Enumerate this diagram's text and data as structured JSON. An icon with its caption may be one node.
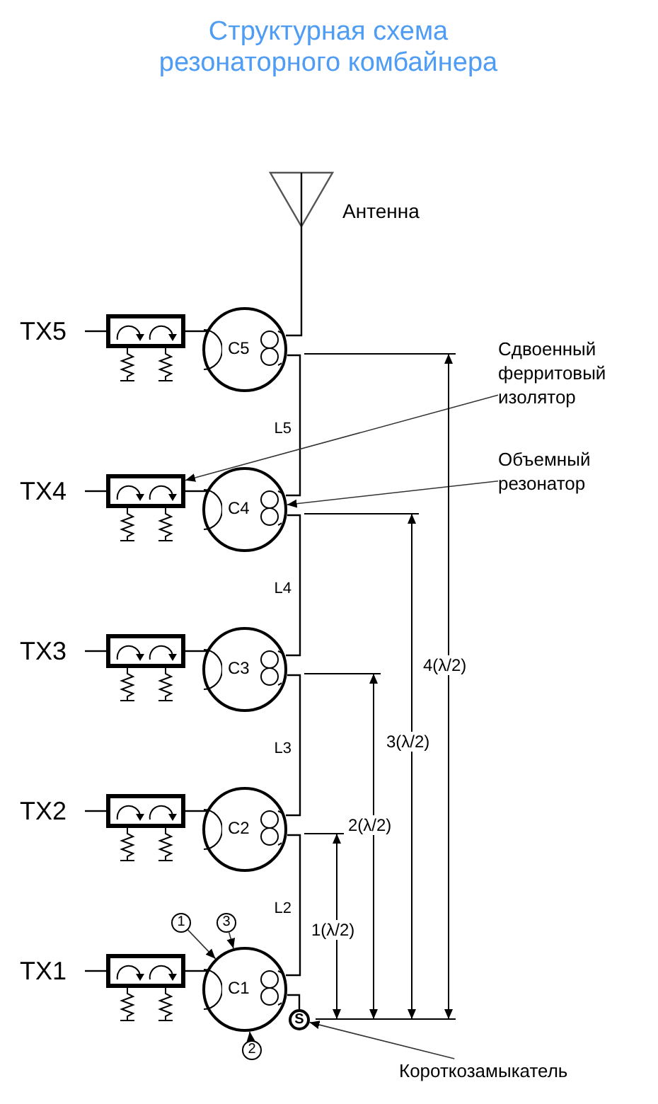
{
  "diagram": {
    "title": "Структурная схема резонаторного комбайнера",
    "nodes": [
      {
        "text": [],
        "shape": "antenna",
        "beside": [
          "Антенна"
        ]
      },
      {
        "text": [
          "TX5"
        ]
      },
      {
        "text": [],
        "shape": "box"
      },
      {
        "text": [
          "C5"
        ]
      },
      {
        "text": [
          "Сдвоенный ферритовый изолятор"
        ]
      },
      {
        "text": [
          "Объемный резонатор"
        ]
      },
      {
        "text": [
          "TX4"
        ]
      },
      {
        "text": [],
        "shape": "box"
      },
      {
        "text": [
          "C4"
        ]
      },
      {
        "text": [
          "TX3"
        ]
      },
      {
        "text": [],
        "shape": "box"
      },
      {
        "text": [
          "C3"
        ]
      },
      {
        "text": [
          "TX2"
        ]
      },
      {
        "text": [],
        "shape": "box"
      },
      {
        "text": [
          "C2"
        ]
      },
      {
        "text": [
          "1"
        ]
      },
      {
        "text": [
          "3"
        ]
      },
      {
        "text": [
          "TX1"
        ]
      },
      {
        "text": [],
        "shape": "box"
      },
      {
        "text": [
          "C1"
        ]
      },
      {
        "text": [
          "S"
        ]
      },
      {
        "text": [
          "2"
        ]
      },
      {
        "text": [
          "Короткозамыкатель"
        ]
      }
    ],
    "edges": [
      {
        "from": 0,
        "to": 3,
        "arrow": "none"
      },
      {
        "from": 1,
        "to": 2,
        "arrow": "none"
      },
      {
        "from": 2,
        "to": 3,
        "arrow": "none"
      },
      {
        "from": 3,
        "to": 8,
        "arrow": "none",
        "label": "L5"
      },
      {
        "from": 4,
        "to": 7,
        "arrow": "to"
      },
      {
        "from": 5,
        "to": 8,
        "arrow": "to"
      },
      {
        "from": 6,
        "to": 7,
        "arrow": "none"
      },
      {
        "from": 7,
        "to": 8,
        "arrow": "none"
      },
      {
        "from": 8,
        "to": 11,
        "arrow": "none",
        "label": "L4"
      },
      {
        "from": 9,
        "to": 10,
        "arrow": "none"
      },
      {
        "from": 10,
        "to": 11,
        "arrow": "none"
      },
      {
        "from": 11,
        "to": 14,
        "arrow": "none",
        "label": "L3"
      },
      {
        "from": 12,
        "to": 13,
        "arrow": "none"
      },
      {
        "from": 13,
        "to": 14,
        "arrow": "none"
      },
      {
        "from": 14,
        "to": 19,
        "arrow": "none",
        "label": "L2"
      },
      {
        "from": 15,
        "to": 19,
        "arrow": "to"
      },
      {
        "from": 16,
        "to": 19,
        "arrow": "to"
      },
      {
        "from": 17,
        "to": 18,
        "arrow": "none"
      },
      {
        "from": 18,
        "to": 19,
        "arrow": "none"
      },
      {
        "from": 19,
        "to": 20,
        "arrow": "none"
      },
      {
        "from": 21,
        "to": 19,
        "arrow": "to"
      },
      {
        "from": 22,
        "to": 20,
        "arrow": "to"
      }
    ],
    "labels": [
      "4(λ/2)",
      "3(λ/2)",
      "2(λ/2)",
      "1(λ/2)"
    ]
  }
}
